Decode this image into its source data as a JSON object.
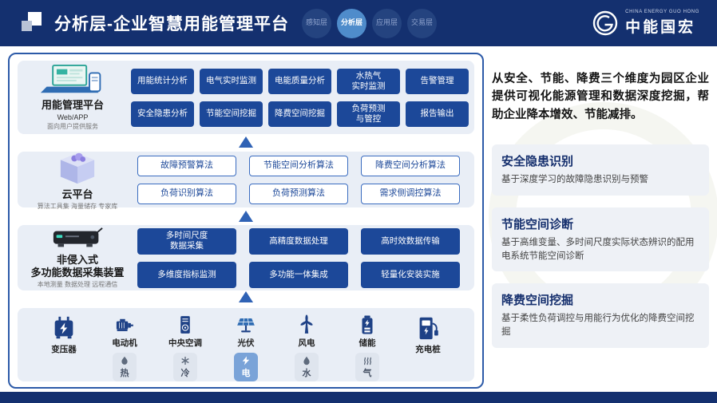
{
  "header": {
    "title": "分析层-企业智慧用能管理平台",
    "badges": [
      {
        "label": "感知层",
        "active": false
      },
      {
        "label": "分析层",
        "active": true
      },
      {
        "label": "应用层",
        "active": false
      },
      {
        "label": "交易层",
        "active": false
      }
    ],
    "logo": {
      "cn": "中能国宏",
      "en": "CHINA ENERGY GUO HONG"
    }
  },
  "diagram": {
    "platform": {
      "name": "用能管理平台",
      "sub": "Web/APP",
      "desc": "面向用户提供服务",
      "buttons": [
        "用能统计分析",
        "电气实时监测",
        "电能质量分析",
        "水热气\n实时监测",
        "告警管理",
        "安全隐患分析",
        "节能空间挖掘",
        "降费空间挖掘",
        "负荷预测\n与管控",
        "报告输出"
      ]
    },
    "cloud": {
      "name": "云平台",
      "desc": "算法工具集 海量储存 专家库",
      "buttons": [
        "故障预警算法",
        "节能空间分析算法",
        "降费空间分析算法",
        "负荷识别算法",
        "负荷预测算法",
        "需求侧调控算法"
      ]
    },
    "collector": {
      "name": "非侵入式\n多功能数据采集装置",
      "desc": "本地测量 数据处理 远程通信",
      "buttons": [
        "多时间尺度\n数据采集",
        "高精度数据处理",
        "高时效数据传输",
        "多维度指标监测",
        "多功能一体集成",
        "轻量化安装实施"
      ]
    },
    "devices": [
      {
        "label": "变压器"
      },
      {
        "label": "电动机",
        "chip": "热"
      },
      {
        "label": "中央空调",
        "chip": "冷"
      },
      {
        "label": "光伏",
        "chip": "电"
      },
      {
        "label": "风电",
        "chip": "水"
      },
      {
        "label": "储能",
        "chip": "气"
      },
      {
        "label": "充电桩"
      }
    ]
  },
  "sidebar": {
    "intro": "从安全、节能、降费三个维度为园区企业提供可视化能源管理和数据深度挖掘，帮助企业降本增效、节能减排。",
    "sections": [
      {
        "title": "安全隐患识别",
        "body": "基于深度学习的故障隐患识别与预警"
      },
      {
        "title": "节能空间诊断",
        "body": "基于高维变量、多时间尺度实际状态辨识的配用电系统节能空间诊断"
      },
      {
        "title": "降费空间挖掘",
        "body": "基于柔性负荷调控与用能行为优化的降费空间挖掘"
      }
    ]
  },
  "colors": {
    "header_bg": "#14306f",
    "button_blue": "#1c4899",
    "band_bg": "#e9eef6",
    "active_badge": "#4f8ccb",
    "active_chip": "#7aa3d8"
  }
}
